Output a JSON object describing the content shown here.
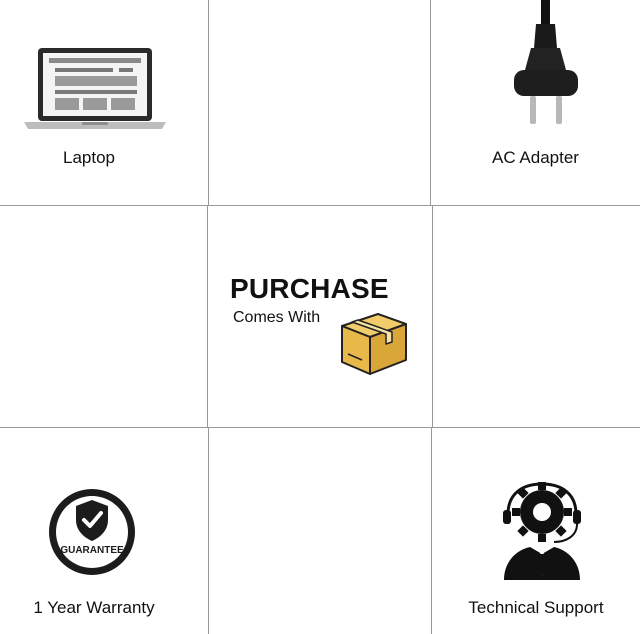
{
  "center": {
    "title": "PURCHASE",
    "subtitle": "Comes With",
    "icon": "package-box-icon"
  },
  "items": [
    {
      "label": "Laptop",
      "icon": "laptop-icon"
    },
    {
      "label": "AC Adapter",
      "icon": "power-plug-icon"
    },
    {
      "label": "1 Year Warranty",
      "icon": "guarantee-shield-icon",
      "badge_text": "GUARANTEE"
    },
    {
      "label": "Technical Support",
      "icon": "support-agent-icon"
    }
  ],
  "colors": {
    "box": "#E8B84A",
    "box_dark": "#C9952E",
    "grid": "#9a9a9a",
    "icon": "#222222"
  }
}
